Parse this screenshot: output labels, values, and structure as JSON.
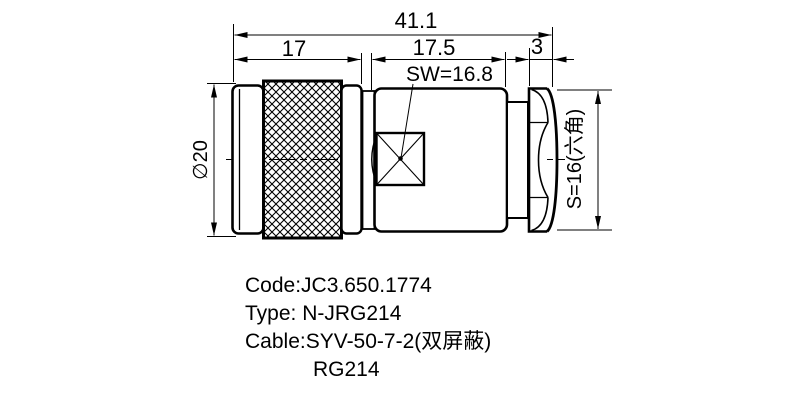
{
  "drawing": {
    "kind": "technical-drawing-rf-connector",
    "dims": {
      "total_length": "41.1",
      "front_length": "17",
      "body_length": "17.5",
      "hex_thickness": "3",
      "wrench_flat": "SW=16.8",
      "diameter": "∅20",
      "hex_size": "S=16(六角)"
    },
    "notes": {
      "code": "Code:JC3.650.1774",
      "type": "Type: N-JRG214",
      "cable": "Cable:SYV-50-7-2(双屏蔽)",
      "cable_alt": "RG214"
    },
    "colors": {
      "line": "#000000",
      "background": "#ffffff"
    }
  }
}
